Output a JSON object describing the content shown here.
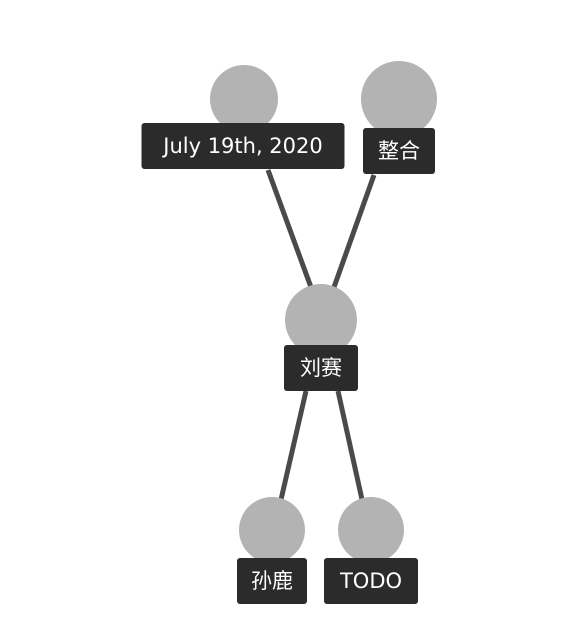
{
  "graph": {
    "colors": {
      "node": "#b3b3b3",
      "label_background": "#2b2b2b",
      "label_text": "#ffffff",
      "edge": "#4a4a4a"
    },
    "nodes": [
      {
        "id": "july-19th-2020",
        "label": "July 19th, 2020"
      },
      {
        "id": "zhenghe",
        "label": "整合"
      },
      {
        "id": "liusai",
        "label": "刘赛"
      },
      {
        "id": "sunlu",
        "label": "孙鹿"
      },
      {
        "id": "todo",
        "label": "TODO"
      }
    ],
    "edges": [
      {
        "source": "july-19th-2020",
        "target": "liusai"
      },
      {
        "source": "zhenghe",
        "target": "liusai"
      },
      {
        "source": "liusai",
        "target": "sunlu"
      },
      {
        "source": "liusai",
        "target": "todo"
      }
    ]
  }
}
